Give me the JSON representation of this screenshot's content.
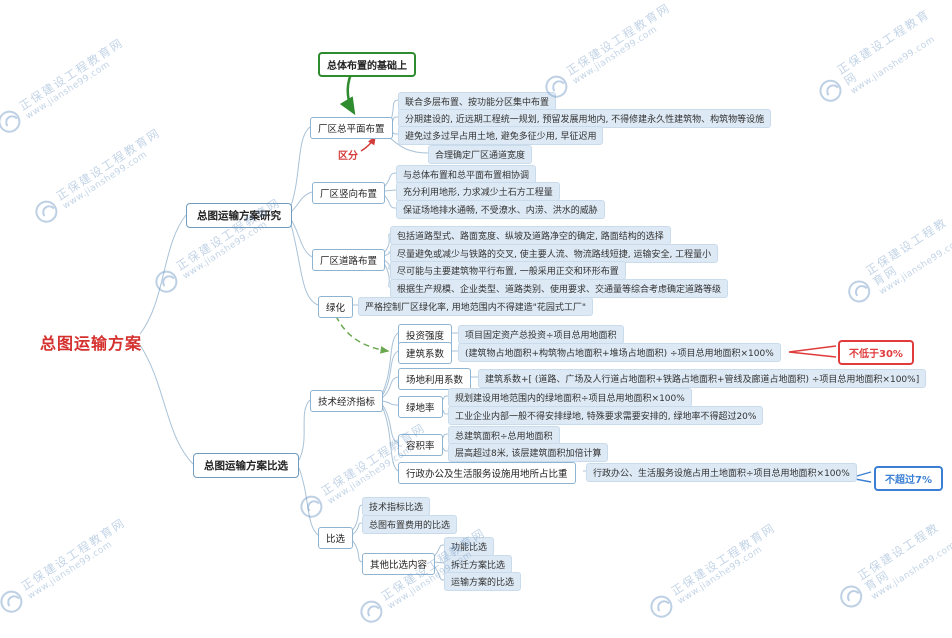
{
  "root": {
    "label": "总图运输方案"
  },
  "research": {
    "label": "总图运输方案研究",
    "plant_layout": {
      "label": "厂区总平面布置",
      "callout": "总体布置的基础上",
      "annotation": "区分",
      "items": [
        "联合多层布置、按功能分区集中布置",
        "分期建设的, 近远期工程统一规划, 预留发展用地内, 不得修建永久性建筑物、构筑物等设施",
        "避免过多过早占用土地, 避免多征少用, 早征迟用",
        "合理确定厂区通道宽度"
      ]
    },
    "vertical_layout": {
      "label": "厂区竖向布置",
      "items": [
        "与总体布置和总平面布置相协调",
        "充分利用地形, 力求减少土石方工程量",
        "保证场地排水通畅, 不受潦水、内涝、洪水的威胁"
      ]
    },
    "road_layout": {
      "label": "厂区道路布置",
      "items": [
        "包括道路型式、路面宽度、纵坡及道路净空的确定, 路面结构的选择",
        "尽量避免或减少与铁路的交叉, 使主要人流、物流路线短捷, 运输安全, 工程量小",
        "尽可能与主要建筑物平行布置, 一般采用正交和环形布置",
        "根据生产规模、企业类型、道路类别、使用要求、交通量等综合考虑确定道路等级"
      ]
    },
    "greening": {
      "label": "绿化",
      "items": [
        "严格控制厂区绿化率, 用地范围内不得建造\"花园式工厂\""
      ]
    }
  },
  "comparison": {
    "label": "总图运输方案比选",
    "tech_indicators": {
      "label": "技术经济指标",
      "investment_intensity": {
        "label": "投资强度",
        "formula": "项目固定资产总投资÷项目总用地面积"
      },
      "building_coefficient": {
        "label": "建筑系数",
        "formula": "(建筑物占地面积+构筑物占地面积+堆场占地面积) ÷项目总用地面积×100%",
        "callout": "不低于30%"
      },
      "site_utilization": {
        "label": "场地利用系数",
        "formula": "建筑系数+[ (道路、广场及人行道占地面积+铁路占地面积+管线及廊道占地面积) ÷项目总用地面积×100%]"
      },
      "green_rate": {
        "label": "绿地率",
        "items": [
          "规划建设用地范围内的绿地面积÷项目总用地面积×100%",
          "工业企业内部一般不得安排绿地, 特殊要求需要安排的, 绿地率不得超过20%"
        ]
      },
      "plot_ratio": {
        "label": "容积率",
        "items": [
          "总建筑面积÷总用地面积",
          "层高超过8米, 该层建筑面积加倍计算"
        ]
      },
      "admin_share": {
        "label": "行政办公及生活服务设施用地所占比重",
        "formula": "行政办公、生活服务设施占用土地面积÷项目总用地面积×100%",
        "callout": "不超过7%"
      }
    },
    "selection": {
      "label": "比选",
      "items": [
        "技术指标比选",
        "总图布置费用的比选"
      ],
      "other": {
        "label": "其他比选内容",
        "items": [
          "功能比选",
          "拆迁方案比选",
          "运输方案的比选"
        ]
      }
    }
  },
  "watermark": {
    "text": "正保建设工程教育网",
    "url": "www.jianshe99.com"
  },
  "colors": {
    "root_text": "#d4302e",
    "callout_green": "#2e8b2e",
    "limit_red": "#e03c3c",
    "limit_blue": "#3b7fd4",
    "connector": "#a9c2d8",
    "leaf_bg": "#dde9f4"
  }
}
